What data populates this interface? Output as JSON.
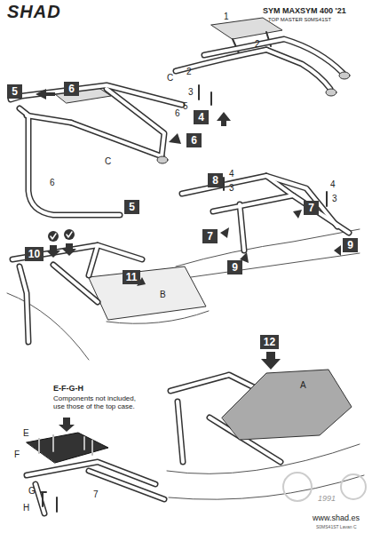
{
  "diagram": {
    "title": "SYM MAXSYM 400 '21",
    "nodes": [
      {
        "text": [
          "5"
        ]
      },
      {
        "text": [
          "6"
        ]
      },
      {
        "text": [
          "4"
        ]
      },
      {
        "text": [
          "6"
        ]
      },
      {
        "text": [
          "8"
        ]
      },
      {
        "text": [
          "5"
        ]
      },
      {
        "text": [
          "7"
        ]
      },
      {
        "text": [
          "7"
        ]
      },
      {
        "text": [
          "10"
        ]
      },
      {
        "text": [
          "9"
        ]
      },
      {
        "text": [
          "9"
        ]
      },
      {
        "text": [
          "11"
        ]
      },
      {
        "text": [
          "12"
        ]
      }
    ],
    "labels": [
      "SHAD",
      "TOP MASTER S0MS41ST",
      "1",
      "2",
      "2",
      "C",
      "3",
      "5",
      "6",
      "C",
      "6",
      "4",
      "3",
      "4",
      "3",
      "B",
      "E-F-G-H",
      "Components not included, use those of the top case.",
      "E",
      "F",
      "G",
      "H",
      "7",
      "A",
      "www.shad.es",
      "S0MS41ST Lavan C",
      "1991"
    ]
  }
}
